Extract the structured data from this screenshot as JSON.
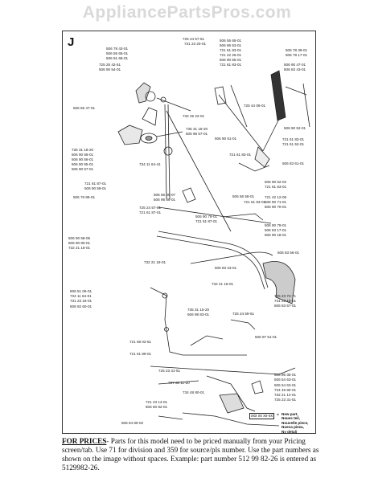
{
  "site": {
    "title": "AppliancePartsPros.com"
  },
  "diagram": {
    "section": "J",
    "parts": [
      {
        "id": "p1",
        "text": "725 24 57-51"
      },
      {
        "id": "p2",
        "text": "731 23 20-01"
      },
      {
        "id": "p3",
        "text": "506 78 43-01"
      },
      {
        "id": "p4",
        "text": "506 55 65-01"
      },
      {
        "id": "p5",
        "text": "506 91 68-01"
      },
      {
        "id": "p6",
        "text": "725 25 42-51"
      },
      {
        "id": "p7",
        "text": "506 90 54-01"
      },
      {
        "id": "p8",
        "text": "506 55 65-01"
      },
      {
        "id": "p9",
        "text": "506 96 53-01"
      },
      {
        "id": "p10",
        "text": "721 61 83-01"
      },
      {
        "id": "p11",
        "text": "721 42 26-01"
      },
      {
        "id": "p12",
        "text": "506 90 55-01"
      },
      {
        "id": "p13",
        "text": "721 61 83-01"
      },
      {
        "id": "p14",
        "text": "506 78 39-01"
      },
      {
        "id": "p15",
        "text": "506 78 17-01"
      },
      {
        "id": "p16",
        "text": "506 90 47-01"
      },
      {
        "id": "p17",
        "text": "506 83 43-01"
      },
      {
        "id": "p18",
        "text": "506 55 47-01"
      },
      {
        "id": "p19",
        "text": "732 25 22-01"
      },
      {
        "id": "p20",
        "text": "725 44 08-01"
      },
      {
        "id": "p21",
        "text": "735 31 18-20"
      },
      {
        "id": "p22",
        "text": "506 96 57-01"
      },
      {
        "id": "p23",
        "text": "506 90 52-01"
      },
      {
        "id": "p24",
        "text": "735 31 18-20"
      },
      {
        "id": "p25",
        "text": "506 90 58-01"
      },
      {
        "id": "p26",
        "text": "506 90 56-01"
      },
      {
        "id": "p27",
        "text": "506 90 55-01"
      },
      {
        "id": "p28",
        "text": "506 90 57-01"
      },
      {
        "id": "p29",
        "text": "506 90 51-01"
      },
      {
        "id": "p30",
        "text": "721 61 83-01"
      },
      {
        "id": "p31",
        "text": "721 61 52-01"
      },
      {
        "id": "p32",
        "text": "721 61 83-01"
      },
      {
        "id": "p33",
        "text": "506 83 61-01"
      },
      {
        "id": "p34",
        "text": "734 11 64-41"
      },
      {
        "id": "p35",
        "text": "721 61 87-01"
      },
      {
        "id": "p36",
        "text": "506 90 59-01"
      },
      {
        "id": "p37",
        "text": "506 55 46-07"
      },
      {
        "id": "p38",
        "text": "506 96 86-01"
      },
      {
        "id": "p39",
        "text": "506 90 62-02"
      },
      {
        "id": "p40",
        "text": "721 61 83-01"
      },
      {
        "id": "p41",
        "text": "506 76 89-01"
      },
      {
        "id": "p42",
        "text": "506 66 58-01"
      },
      {
        "id": "p43",
        "text": "721 61 83-01"
      },
      {
        "id": "p44",
        "text": "721 42 12-06"
      },
      {
        "id": "p45",
        "text": "506 90 71-01"
      },
      {
        "id": "p46",
        "text": "506 90 70-01"
      },
      {
        "id": "p47",
        "text": "725 24 57-51"
      },
      {
        "id": "p48",
        "text": "721 61 87-01"
      },
      {
        "id": "p49",
        "text": "506 90 76-01"
      },
      {
        "id": "p50",
        "text": "721 61 87-01"
      },
      {
        "id": "p51",
        "text": "506 90 79-01"
      },
      {
        "id": "p52",
        "text": "506 83 17-01"
      },
      {
        "id": "p53",
        "text": "506 90 18-01"
      },
      {
        "id": "p54",
        "text": "506 90 58-05"
      },
      {
        "id": "p55",
        "text": "506 90 80-01"
      },
      {
        "id": "p56",
        "text": "732 21 18-01"
      },
      {
        "id": "p57",
        "text": "506 83 56-01"
      },
      {
        "id": "p58",
        "text": "732 21 18-01"
      },
      {
        "id": "p59",
        "text": "506 83 23-01"
      },
      {
        "id": "p60",
        "text": "732 21 18-01"
      },
      {
        "id": "p61",
        "text": "506 51 06-01"
      },
      {
        "id": "p62",
        "text": "734 11 64-01"
      },
      {
        "id": "p63",
        "text": "731 23 18-01"
      },
      {
        "id": "p64",
        "text": "506 92 60-01"
      },
      {
        "id": "p65",
        "text": "725 23 74-71"
      },
      {
        "id": "p66",
        "text": "731 23 18-01"
      },
      {
        "id": "p67",
        "text": "506 83 57-01"
      },
      {
        "id": "p68",
        "text": "735 31 15-20"
      },
      {
        "id": "p69",
        "text": "506 98 83-01"
      },
      {
        "id": "p70",
        "text": "725 24 59-51"
      },
      {
        "id": "p71",
        "text": "721 68 02-51"
      },
      {
        "id": "p72",
        "text": "506 97 51-01"
      },
      {
        "id": "p73",
        "text": "721 61 89-01"
      },
      {
        "id": "p74",
        "text": "725 23 31-51"
      },
      {
        "id": "p75",
        "text": "506 96 35-01"
      },
      {
        "id": "p76",
        "text": "506 54 63-01"
      },
      {
        "id": "p77",
        "text": "737 38 11-20"
      },
      {
        "id": "p78",
        "text": "506 54 63-01"
      },
      {
        "id": "p79",
        "text": "734 48 80-01"
      },
      {
        "id": "p80",
        "text": "734 48 80-01"
      },
      {
        "id": "p81",
        "text": "732 21 14-01"
      },
      {
        "id": "p82",
        "text": "721 23 14-01"
      },
      {
        "id": "p83",
        "text": "506 50 82-01"
      },
      {
        "id": "p84",
        "text": "725 23 31-51"
      },
      {
        "id": "p85",
        "text": "506 64 80-02"
      }
    ],
    "legend": {
      "code": "xxx xx xx-xx",
      "equals": "=",
      "lines": [
        "New part,",
        "Neues teil,",
        "Nouvelle piece,",
        "Nueva pieza,",
        "Ny detalj"
      ]
    }
  },
  "note": {
    "label": "FOR PRICES",
    "text": "- Parts for this model need to be priced manually from your Pricing screen/tab. Use 71 for division and 359 for source/pls number.  Use the part numbers as shown on the image without spaces.  Example: part number 512 99 82-26 is entered as 5129982-26."
  }
}
